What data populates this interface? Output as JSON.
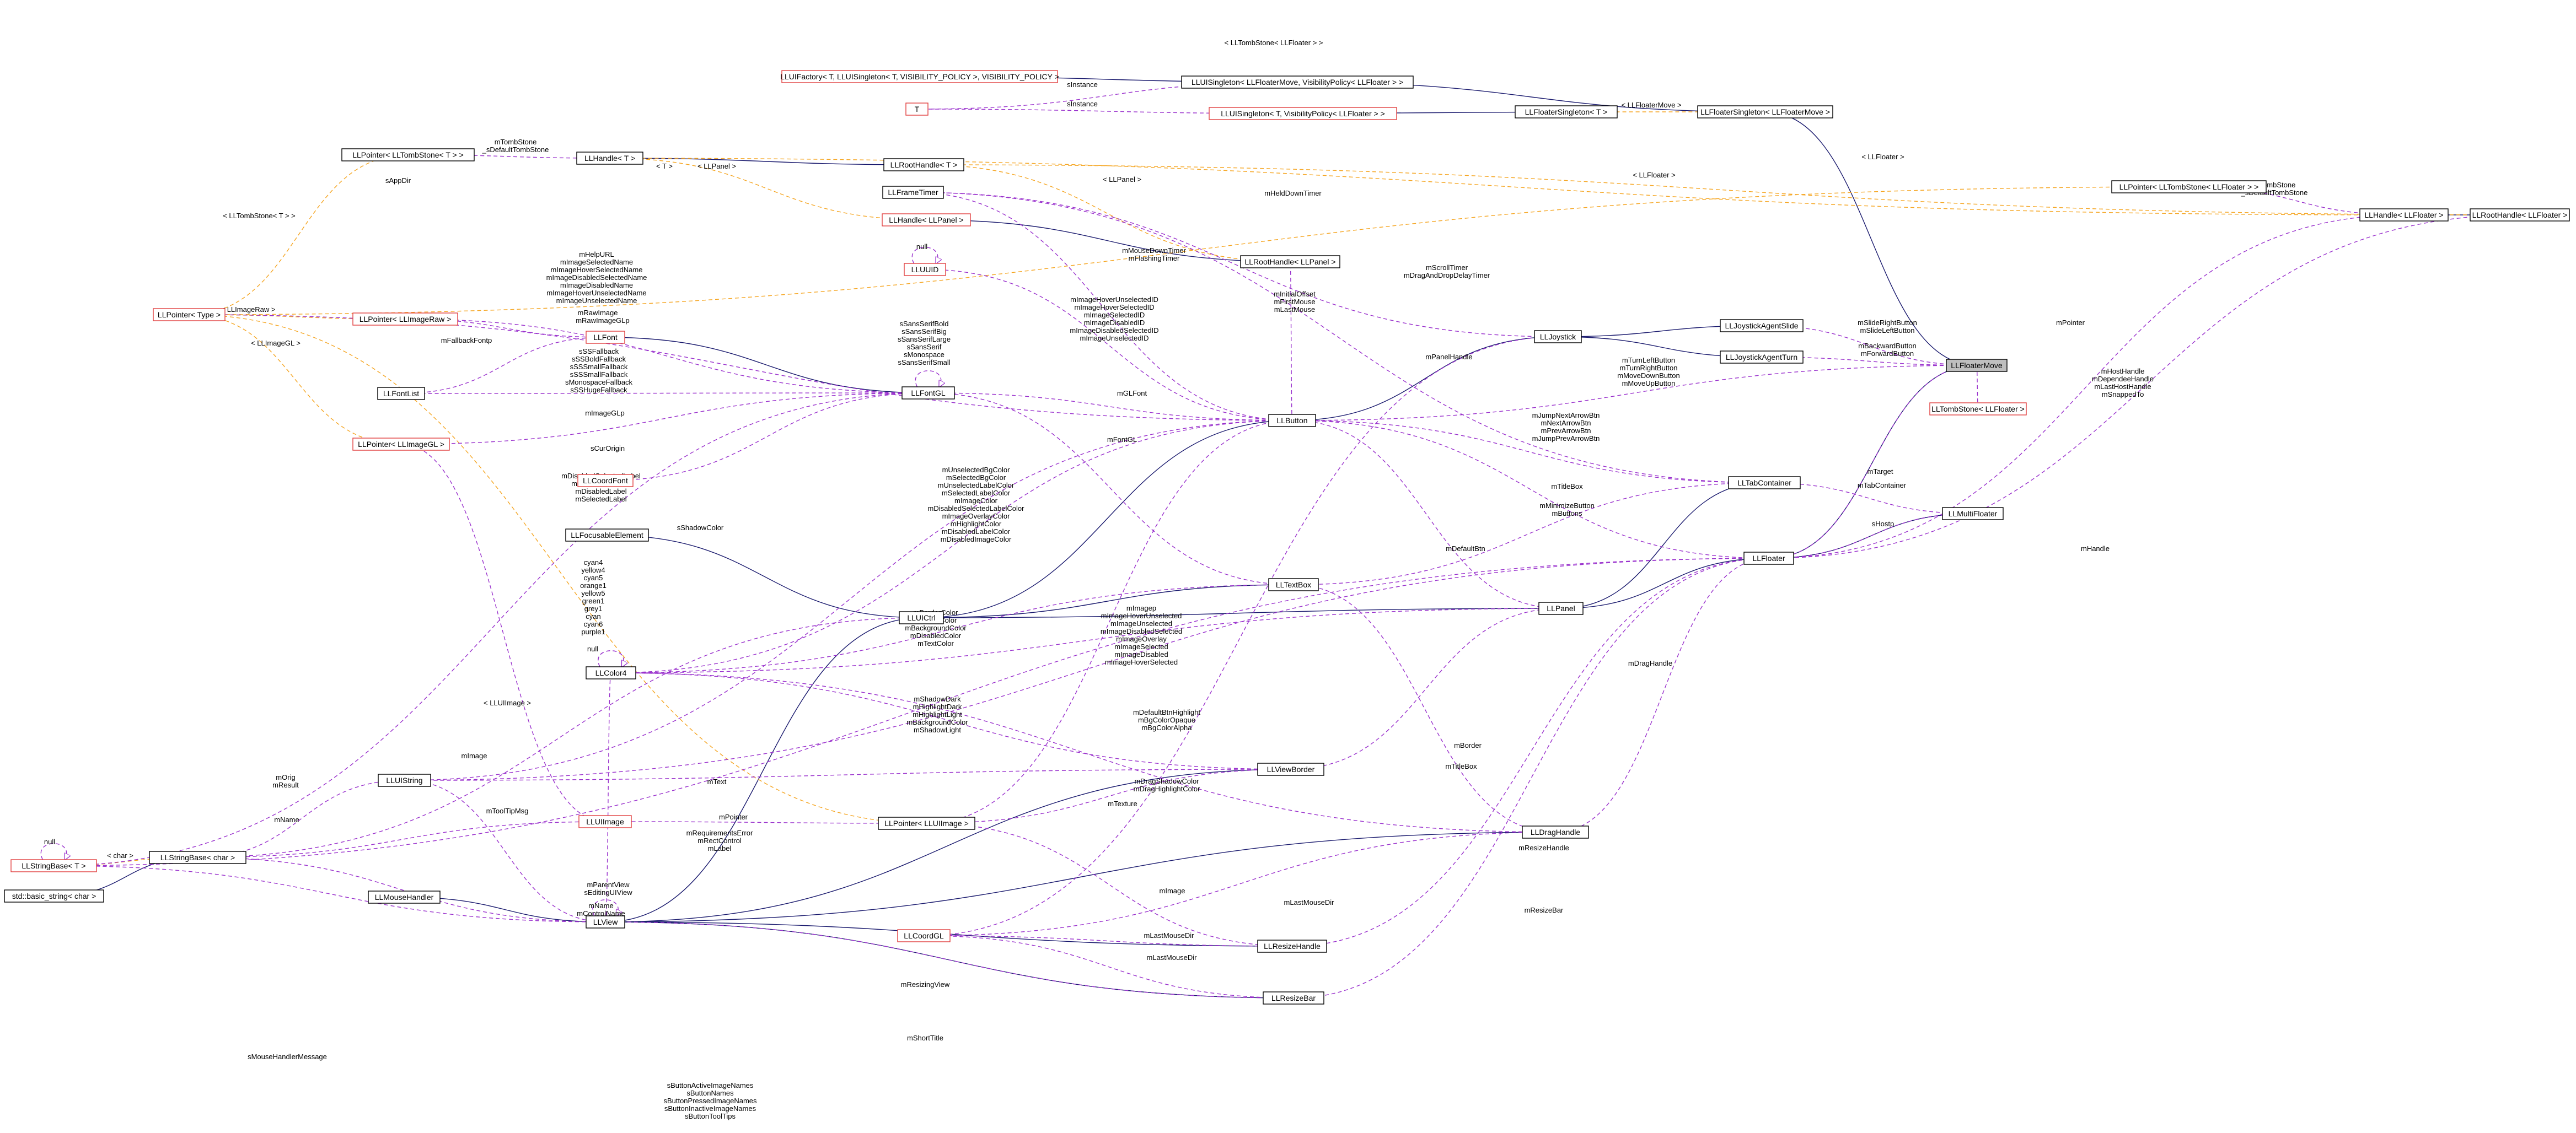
{
  "colors": {
    "inheritance": "#1a1a6e",
    "usage": "#9a32cd",
    "template": "#f5a623",
    "highlight_fill": "#bfbfbf",
    "red_border": "#e04040"
  },
  "nodes": [
    {
      "id": "LLFloaterMove",
      "label": "LLFloaterMove",
      "highlight": true
    },
    {
      "id": "LLFloater",
      "label": "LLFloater"
    },
    {
      "id": "LLPanel",
      "label": "LLPanel"
    },
    {
      "id": "LLUICtrl",
      "label": "LLUICtrl"
    },
    {
      "id": "LLView",
      "label": "LLView"
    },
    {
      "id": "LLMouseHandler",
      "label": "LLMouseHandler"
    },
    {
      "id": "LLFocusableElement",
      "label": "LLFocusableElement"
    },
    {
      "id": "LLColor4",
      "label": "LLColor4"
    },
    {
      "id": "LLUIString",
      "label": "LLUIString"
    },
    {
      "id": "LLStringBaseChar",
      "label": "LLStringBase< char >"
    },
    {
      "id": "LLStringBaseT",
      "label": "LLStringBase< T >",
      "red": true
    },
    {
      "id": "basic_string",
      "label": "std::basic_string< char >"
    },
    {
      "id": "LLUIImage",
      "label": "LLUIImage",
      "red": true
    },
    {
      "id": "LLPointerLLUIImage",
      "label": "LLPointer< LLUIImage >"
    },
    {
      "id": "LLViewBorder",
      "label": "LLViewBorder"
    },
    {
      "id": "LLDragHandle",
      "label": "LLDragHandle"
    },
    {
      "id": "LLResizeHandle",
      "label": "LLResizeHandle"
    },
    {
      "id": "LLResizeBar",
      "label": "LLResizeBar"
    },
    {
      "id": "LLCoordGL",
      "label": "LLCoordGL",
      "red": true
    },
    {
      "id": "LLTextBox",
      "label": "LLTextBox"
    },
    {
      "id": "LLButton",
      "label": "LLButton"
    },
    {
      "id": "LLFontGL",
      "label": "LLFontGL"
    },
    {
      "id": "LLFont",
      "label": "LLFont",
      "red": true
    },
    {
      "id": "LLFontList",
      "label": "LLFontList"
    },
    {
      "id": "LLCoordFont",
      "label": "LLCoordFont",
      "red": true
    },
    {
      "id": "LLPointerLLImageGL",
      "label": "LLPointer< LLImageGL >",
      "red": true
    },
    {
      "id": "LLPointerLLImageRaw",
      "label": "LLPointer< LLImageRaw >",
      "red": true
    },
    {
      "id": "LLPointerType",
      "label": "LLPointer< Type >",
      "red": true
    },
    {
      "id": "LLUUID",
      "label": "LLUUID",
      "red": true
    },
    {
      "id": "LLFrameTimer",
      "label": "LLFrameTimer"
    },
    {
      "id": "LLHandleLLPanel",
      "label": "LLHandle< LLPanel >",
      "red": true
    },
    {
      "id": "LLRootHandleLLPanel",
      "label": "LLRootHandle< LLPanel >"
    },
    {
      "id": "LLRootHandleT",
      "label": "LLRootHandle< T >"
    },
    {
      "id": "LLHandleT",
      "label": "LLHandle< T >"
    },
    {
      "id": "LLPointerTombStoneT",
      "label": "LLPointer< LLTombStone< T > >"
    },
    {
      "id": "T",
      "label": "T",
      "red": true
    },
    {
      "id": "LLUIFactory",
      "label": "LLUIFactory< T, LLUISingleton< T, VISIBILITY_POLICY >, VISIBILITY_POLICY >",
      "red": true
    },
    {
      "id": "LLUISingletonMove",
      "label": "LLUISingleton< LLFloaterMove, VisibilityPolicy< LLFloater > >"
    },
    {
      "id": "LLUISingletonT",
      "label": "LLUISingleton< T, VisibilityPolicy< LLFloater > >",
      "red": true
    },
    {
      "id": "LLFloaterSingletonT",
      "label": "LLFloaterSingleton< T >"
    },
    {
      "id": "LLFloaterSingletonMove",
      "label": "LLFloaterSingleton< LLFloaterMove >"
    },
    {
      "id": "LLPointerTombStoneFloater",
      "label": "LLPointer< LLTombStone< LLFloater > >"
    },
    {
      "id": "LLHandleLLFloater",
      "label": "LLHandle< LLFloater >"
    },
    {
      "id": "LLRootHandleLLFloater",
      "label": "LLRootHandle< LLFloater >"
    },
    {
      "id": "LLTombStoneLLFloater",
      "label": "LLTombStone< LLFloater >",
      "red": true
    },
    {
      "id": "LLJoystick",
      "label": "LLJoystick"
    },
    {
      "id": "LLJoystickAgentSlide",
      "label": "LLJoystickAgentSlide"
    },
    {
      "id": "LLJoystickAgentTurn",
      "label": "LLJoystickAgentTurn"
    },
    {
      "id": "LLTabContainer",
      "label": "LLTabContainer"
    },
    {
      "id": "LLMultiFloater",
      "label": "LLMultiFloater"
    }
  ],
  "edge_labels": [
    "< LLTombStone< LLFloater > >",
    "< LLFloaterMove >",
    "< LLFloater >",
    "< LLFloater >",
    "< LLPanel >",
    "< LLPanel >",
    "< T >",
    "< LLTombStone< T > >",
    "< LLImageRaw >",
    "< LLImageGL >",
    "< LLUIImage >",
    "< char >",
    "null",
    "null",
    "null",
    "mTombStone\n_sDefaultTombStone",
    "mTombStone\n_sDefaultTombStone",
    "sInstance",
    "sInstance",
    "sAppDir",
    "mHelpURL\nmImageSelectedName\nmImageHoverSelectedName\nmImageDisabledSelectedName\nmImageDisabledName\nmImageHoverUnselectedName\nmImageUnselectedName",
    "mRawImage",
    "mRawImageGLp",
    "mFallbackFontp",
    "sSSFallback\nsSSBoldFallback\nsSSSmallFallback\nsSSSmallFallback\nsMonospaceFallback\nsSSHugeFallback",
    "mImageGLp",
    "sCurOrigin",
    "mDisabledSelectedLabel\nmUnselectedLabel\nmDisabledLabel\nmSelectedLabel",
    "sShadowColor",
    "cyan4\nyellow4\ncyan5\norange1\nyellow5\ngreen1\ngrey1\ncyan\ncyan6\npurple1",
    "mImage",
    "mOrig\nmResult",
    "mToolTipMsg",
    "mName",
    "mName\nmControlName",
    "mParentView\nsEditingUIView",
    "sMouseHandlerMessage",
    "mPointer",
    "mText",
    "mRequirementsError\nmRectControl\nmLabel",
    "sSansSerifBold\nsSansSerifBig\nsSansSerifLarge\nsSansSerif\nsMonospace\nsSansSerifSmall",
    "mGLFont",
    "mFontGL",
    "mUnselectedBgColor\nmSelectedBgColor\nmUnselectedLabelColor\nmSelectedLabelColor\nmImageColor\nmDisabledSelectedLabelColor\nmImageOverlayColor\nmHighlightColor\nmDisabledLabelColor\nmDisabledImageColor",
    "mImagep\nmImageHoverUnselected\nmImageUnselected\nmImageDisabledSelected\nmImageOverlay\nmImageSelected\nmImageDisabled\nmImageHoverSelected",
    "mBorderColor\nmHoverColor\nmBackgroundColor\nmDisabledColor\nmTextColor",
    "mShadowDark\nmHighlightDark\nmHighlightLight\nmBackgroundColor\nmShadowLight",
    "mDefaultBtnHighlight\nmBgColorOpaque\nmBgColorAlpha",
    "mDragShadowColor\nmDragHighlightColor",
    "mTexture",
    "mImage",
    "mLastMouseDir",
    "mLastMouseDir",
    "mLastMouseDir",
    "mResizingView",
    "mShortTitle",
    "sButtonActiveImageNames\nsButtonNames\nsButtonPressedImageNames\nsButtonInactiveImageNames\nsButtonToolTips",
    "mMouseDownTimer\nmFlashingTimer",
    "mImageHoverUnselectedID\nmImageHoverSelectedID\nmImageSelectedID\nmImageDisabledID\nmImageDisabledSelectedID\nmImageUnselectedID",
    "mInitialOffset\nmFirstMouse\nmLastMouse",
    "mHeldDownTimer",
    "mScrollTimer\nmDragAndDropDelayTimer",
    "mPanelHandle",
    "mSlideRightButton\nmSlideLeftButton",
    "mBackwardButton\nmForwardButton",
    "mTurnLeftButton\nmTurnRightButton\nmMoveDownButton\nmMoveUpButton",
    "mJumpNextArrowBtn\nmNextArrowBtn\nmPrevArrowBtn\nmJumpPrevArrowBtn",
    "mTitleBox",
    "mMinimizeButton\nmButtons",
    "mDefaultBtn",
    "mTarget",
    "mTabContainer",
    "sHostp",
    "mPointer",
    "mHostHandle\nmDependeeHandle\nmLastHostHandle\nmSnappedTo",
    "mHandle",
    "mDragHandle",
    "mBorder",
    "mTitleBox",
    "mResizeHandle",
    "mResizeBar"
  ]
}
